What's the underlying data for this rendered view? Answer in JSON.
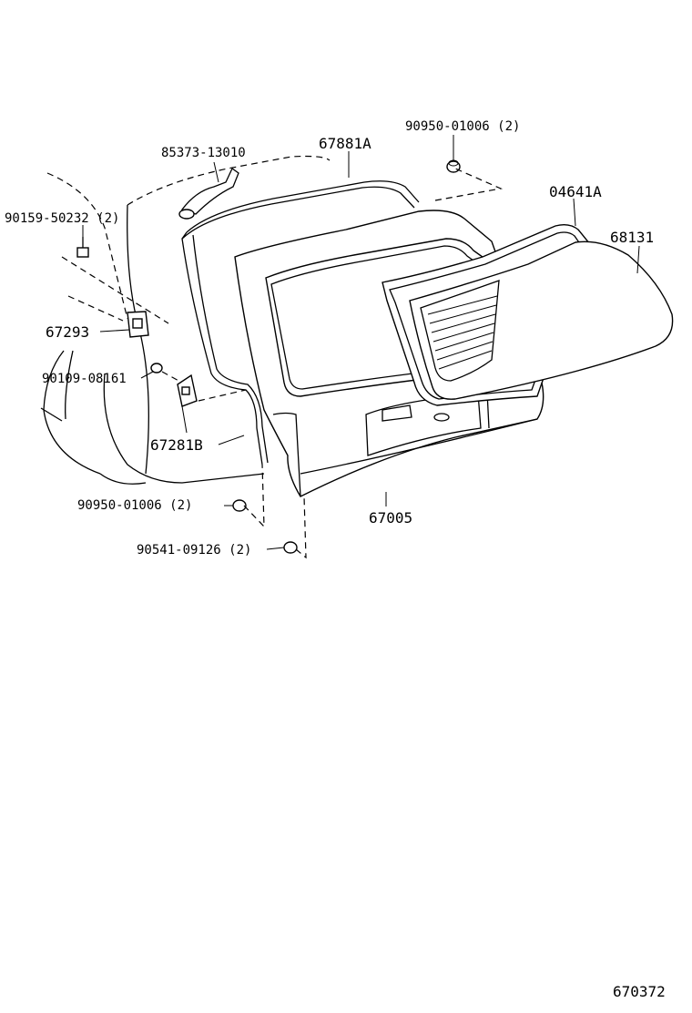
{
  "diagram": {
    "figure_number": "670372",
    "callouts": [
      {
        "id": "c1",
        "text": "85373-13010"
      },
      {
        "id": "c2",
        "text": "67881A"
      },
      {
        "id": "c3",
        "text": "90950-01006 (2)"
      },
      {
        "id": "c4",
        "text": "04641A"
      },
      {
        "id": "c5",
        "text": "68131"
      },
      {
        "id": "c6",
        "text": "90159-50232 (2)"
      },
      {
        "id": "c7",
        "text": "67293"
      },
      {
        "id": "c8",
        "text": "90109-08161"
      },
      {
        "id": "c9",
        "text": "67281B"
      },
      {
        "id": "c10",
        "text": "67005"
      },
      {
        "id": "c11",
        "text": "90950-01006 (2)"
      },
      {
        "id": "c12",
        "text": "90541-09126 (2)"
      }
    ]
  }
}
